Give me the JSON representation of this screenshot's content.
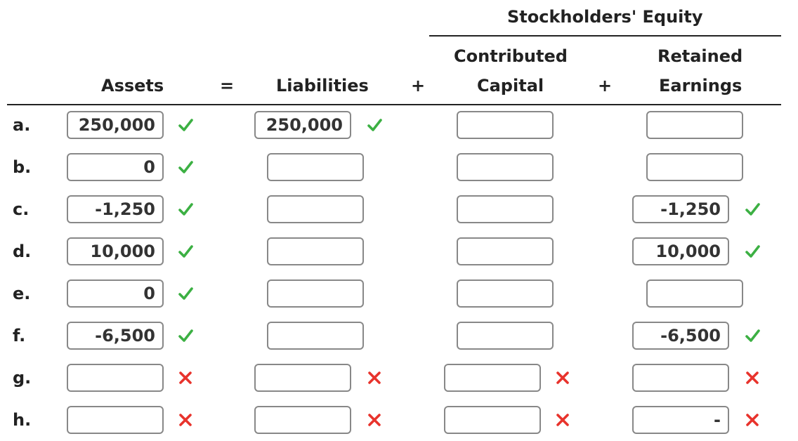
{
  "header": {
    "stockholders_equity": "Stockholders' Equity",
    "assets": "Assets",
    "equals": "=",
    "liabilities": "Liabilities",
    "plus1": "+",
    "contributed_line1": "Contributed",
    "contributed_line2": "Capital",
    "plus2": "+",
    "retained_line1": "Retained",
    "retained_line2": "Earnings"
  },
  "rows": [
    {
      "label": "a.",
      "assets": {
        "value": "250,000",
        "mark": "check"
      },
      "liabilities": {
        "value": "250,000",
        "mark": "check"
      },
      "contributed": {
        "value": "",
        "mark": ""
      },
      "retained": {
        "value": "",
        "mark": ""
      }
    },
    {
      "label": "b.",
      "assets": {
        "value": "0",
        "mark": "check"
      },
      "liabilities": {
        "value": "",
        "mark": ""
      },
      "contributed": {
        "value": "",
        "mark": ""
      },
      "retained": {
        "value": "",
        "mark": ""
      }
    },
    {
      "label": "c.",
      "assets": {
        "value": "-1,250",
        "mark": "check"
      },
      "liabilities": {
        "value": "",
        "mark": ""
      },
      "contributed": {
        "value": "",
        "mark": ""
      },
      "retained": {
        "value": "-1,250",
        "mark": "check"
      }
    },
    {
      "label": "d.",
      "assets": {
        "value": "10,000",
        "mark": "check"
      },
      "liabilities": {
        "value": "",
        "mark": ""
      },
      "contributed": {
        "value": "",
        "mark": ""
      },
      "retained": {
        "value": "10,000",
        "mark": "check"
      }
    },
    {
      "label": "e.",
      "assets": {
        "value": "0",
        "mark": "check"
      },
      "liabilities": {
        "value": "",
        "mark": ""
      },
      "contributed": {
        "value": "",
        "mark": ""
      },
      "retained": {
        "value": "",
        "mark": ""
      }
    },
    {
      "label": "f.",
      "assets": {
        "value": "-6,500",
        "mark": "check"
      },
      "liabilities": {
        "value": "",
        "mark": ""
      },
      "contributed": {
        "value": "",
        "mark": ""
      },
      "retained": {
        "value": "-6,500",
        "mark": "check"
      }
    },
    {
      "label": "g.",
      "assets": {
        "value": "",
        "mark": "cross"
      },
      "liabilities": {
        "value": "",
        "mark": "cross"
      },
      "contributed": {
        "value": "",
        "mark": "cross"
      },
      "retained": {
        "value": "",
        "mark": "cross"
      }
    },
    {
      "label": "h.",
      "assets": {
        "value": "",
        "mark": "cross"
      },
      "liabilities": {
        "value": "",
        "mark": "cross"
      },
      "contributed": {
        "value": "",
        "mark": "cross"
      },
      "retained": {
        "value": "-",
        "mark": "cross"
      }
    }
  ],
  "colors": {
    "check": "#3cb043",
    "cross": "#e8332c",
    "border": "#888888"
  }
}
